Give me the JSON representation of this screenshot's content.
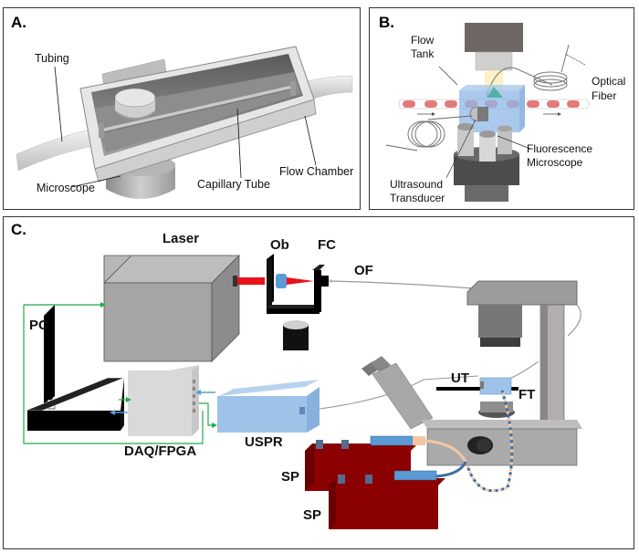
{
  "figure": {
    "panels": [
      {
        "id": "A",
        "letter": "A.",
        "labels": {
          "tubing": "Tubing",
          "microscope": "Microscope",
          "capillary_tube": "Capillary Tube",
          "flow_chamber": "Flow Chamber"
        }
      },
      {
        "id": "B",
        "letter": "B.",
        "labels": {
          "flow_tank_line1": "Flow",
          "flow_tank_line2": "Tank",
          "optical_fiber_line1": "Optical",
          "optical_fiber_line2": "Fiber",
          "fluorescence_microscope_line1": "Fluorescence",
          "fluorescence_microscope_line2": "Microscope",
          "ultrasound_transducer_line1": "Ultrasound",
          "ultrasound_transducer_line2": "Transducer"
        }
      },
      {
        "id": "C",
        "letter": "C.",
        "labels": {
          "laser": "Laser",
          "ob": "Ob",
          "fc": "FC",
          "of": "OF",
          "pc": "PC",
          "daq_fpga": "DAQ/FPGA",
          "uspr": "USPR",
          "ut": "UT",
          "ft": "FT",
          "sp1": "SP",
          "sp2": "SP"
        }
      }
    ],
    "colors": {
      "laser_beam": "#e8121b",
      "signal_green": "#22a84a",
      "signal_blue": "#5b9bd5",
      "syringe_pump": "#8b0000",
      "uspr_box": "#9fc3e8",
      "tubing_peach": "#f3c6a2",
      "tubing_blue": "#3a6fa6"
    }
  }
}
